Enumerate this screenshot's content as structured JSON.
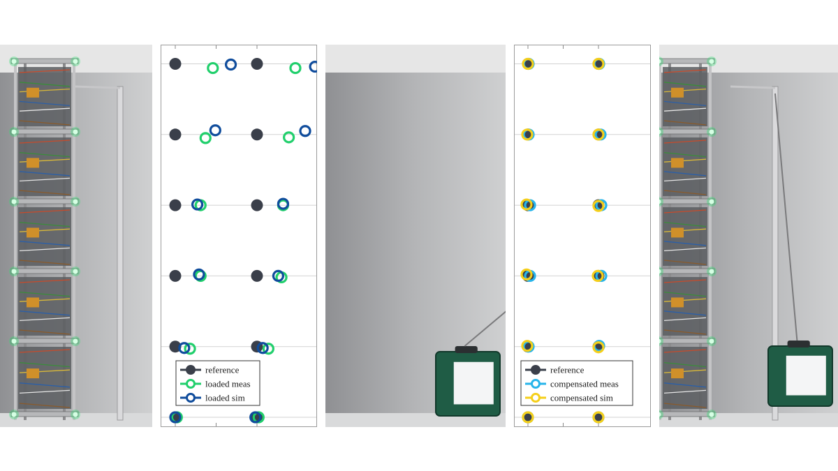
{
  "colors": {
    "reference": "#3a3f4a",
    "loaded_meas": "#21cf6c",
    "loaded_sim": "#0f4c9c",
    "compensated_meas": "#27b4ea",
    "compensated_sim": "#f5cf1a",
    "frame": "#b9b9b9",
    "green_led": "#2fe070",
    "case_green": "#1f5c45"
  },
  "panels": [
    {
      "kind": "photo",
      "state": "unloaded"
    },
    {
      "kind": "plot",
      "state": "loaded",
      "legend": [
        "reference",
        "loaded meas",
        "loaded sim"
      ]
    },
    {
      "kind": "photo",
      "state": "loaded"
    },
    {
      "kind": "plot",
      "state": "compensated",
      "legend": [
        "reference",
        "compensated meas",
        "compensated sim"
      ]
    },
    {
      "kind": "photo",
      "state": "compensated"
    }
  ],
  "chart_data": [
    {
      "type": "scatter",
      "panel": "loaded",
      "grid": true,
      "series": [
        {
          "name": "reference",
          "points": [
            [
              0,
              0
            ],
            [
              1,
              0
            ],
            [
              0,
              1
            ],
            [
              1,
              1
            ],
            [
              0,
              2
            ],
            [
              1,
              2
            ],
            [
              0,
              3
            ],
            [
              1,
              3
            ],
            [
              0,
              4
            ],
            [
              1,
              4
            ],
            [
              0,
              5
            ],
            [
              1,
              5
            ]
          ]
        },
        {
          "name": "loaded meas",
          "points": [
            [
              0.02,
              0
            ],
            [
              1.02,
              0
            ],
            [
              0.18,
              0.97
            ],
            [
              1.14,
              0.97
            ],
            [
              0.31,
              2.0
            ],
            [
              1.3,
              1.98
            ],
            [
              0.31,
              3.0
            ],
            [
              1.32,
              3.0
            ],
            [
              0.37,
              3.95
            ],
            [
              1.39,
              3.96
            ],
            [
              0.46,
              4.94
            ],
            [
              1.47,
              4.94
            ]
          ]
        },
        {
          "name": "loaded sim",
          "points": [
            [
              0.0,
              0
            ],
            [
              0.98,
              0
            ],
            [
              0.11,
              0.98
            ],
            [
              1.07,
              0.98
            ],
            [
              0.29,
              2.02
            ],
            [
              1.26,
              2.0
            ],
            [
              0.27,
              3.01
            ],
            [
              1.32,
              3.02
            ],
            [
              0.49,
              4.06
            ],
            [
              1.59,
              4.05
            ],
            [
              0.68,
              4.99
            ],
            [
              1.71,
              4.96
            ]
          ]
        }
      ]
    },
    {
      "type": "scatter",
      "panel": "compensated",
      "grid": true,
      "series": [
        {
          "name": "reference",
          "points": [
            [
              0,
              0
            ],
            [
              1,
              0
            ],
            [
              0,
              1
            ],
            [
              1,
              1
            ],
            [
              0,
              2
            ],
            [
              1,
              2
            ],
            [
              0,
              3
            ],
            [
              1,
              3
            ],
            [
              0,
              4
            ],
            [
              1,
              4
            ],
            [
              0,
              5
            ],
            [
              1,
              5
            ]
          ]
        },
        {
          "name": "compensated meas",
          "points": [
            [
              0,
              0
            ],
            [
              1,
              0
            ],
            [
              0.01,
              1.0
            ],
            [
              1.01,
              1.01
            ],
            [
              0.03,
              2.0
            ],
            [
              1.04,
              2.0
            ],
            [
              0.03,
              3.0
            ],
            [
              1.04,
              3.0
            ],
            [
              0.01,
              4.0
            ],
            [
              1.03,
              4.0
            ],
            [
              0.01,
              5.0
            ],
            [
              1.01,
              5.0
            ]
          ]
        },
        {
          "name": "compensated sim",
          "points": [
            [
              0,
              0
            ],
            [
              1,
              0
            ],
            [
              -0.01,
              1.01
            ],
            [
              1.0,
              0.99
            ],
            [
              -0.02,
              2.02
            ],
            [
              0.99,
              2.0
            ],
            [
              -0.02,
              3.01
            ],
            [
              1.0,
              2.99
            ],
            [
              -0.01,
              4.0
            ],
            [
              1.0,
              4.0
            ],
            [
              0.0,
              5.0
            ],
            [
              1.0,
              5.0
            ]
          ]
        }
      ]
    }
  ]
}
